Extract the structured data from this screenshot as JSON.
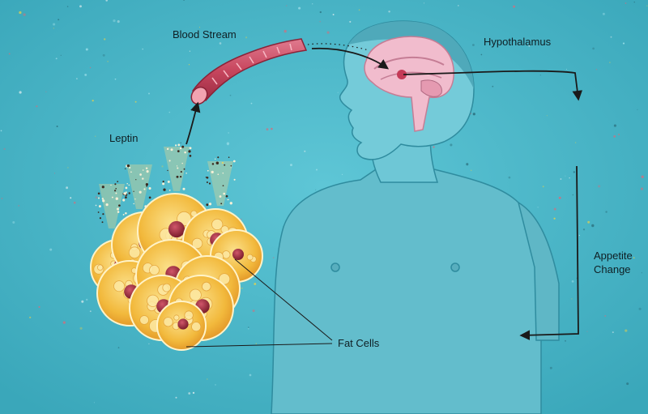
{
  "labels": {
    "blood_stream": "Blood Stream",
    "hypothalamus": "Hypothalamus",
    "leptin": "Leptin",
    "appetite_line1": "Appetite",
    "appetite_line2": "Change",
    "fat_cells": "Fat Cells"
  },
  "colors": {
    "background": "#47b5c7",
    "body_fill": "#6cc4d3",
    "body_outline": "#2f8c9f",
    "vessel": "#c8475f",
    "vessel_inner": "#f2a3b1",
    "brain": "#f1bccd",
    "fat_cell": "#f4c34a",
    "fat_nucleus": "#a7303f",
    "arrow": "#1a1a1a"
  }
}
